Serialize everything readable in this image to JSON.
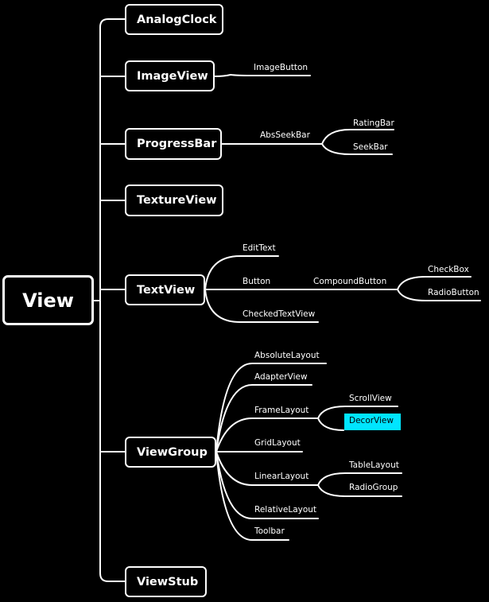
{
  "root": {
    "label": "View"
  },
  "children": [
    {
      "key": "analogclock",
      "label": "AnalogClock"
    },
    {
      "key": "imageview",
      "label": "ImageView"
    },
    {
      "key": "progressbar",
      "label": "ProgressBar"
    },
    {
      "key": "textureview",
      "label": "TextureView"
    },
    {
      "key": "textview",
      "label": "TextView"
    },
    {
      "key": "viewgroup",
      "label": "ViewGroup"
    },
    {
      "key": "viewstub",
      "label": "ViewStub"
    }
  ],
  "imageview_children": {
    "imagebutton": "ImageButton"
  },
  "progressbar_children": {
    "absseekbar": "AbsSeekBar",
    "absseekbar_children": {
      "ratingbar": "RatingBar",
      "seekbar": "SeekBar"
    }
  },
  "textview_children": {
    "edittext": "EditText",
    "button": "Button",
    "checkedtextview": "CheckedTextView",
    "button_children": {
      "compoundbutton": "CompoundButton",
      "compoundbutton_children": {
        "checkbox": "CheckBox",
        "radiobutton": "RadioButton"
      }
    }
  },
  "viewgroup_children": {
    "absolutelayout": "AbsoluteLayout",
    "adapterview": "AdapterView",
    "framelayout": "FrameLayout",
    "gridlayout": "GridLayout",
    "linearlayout": "LinearLayout",
    "relativelayout": "RelativeLayout",
    "toolbar": "Toolbar",
    "framelayout_children": {
      "scrollview": "ScrollView",
      "decorview": "DecorView"
    },
    "linearlayout_children": {
      "tablelayout": "TableLayout",
      "radiogroup": "RadioGroup"
    }
  },
  "colors": {
    "background": "#000000",
    "line": "#ffffff",
    "highlight": "#00e5ff",
    "highlight_text": "#000000"
  },
  "highlighted_node": "DecorView"
}
